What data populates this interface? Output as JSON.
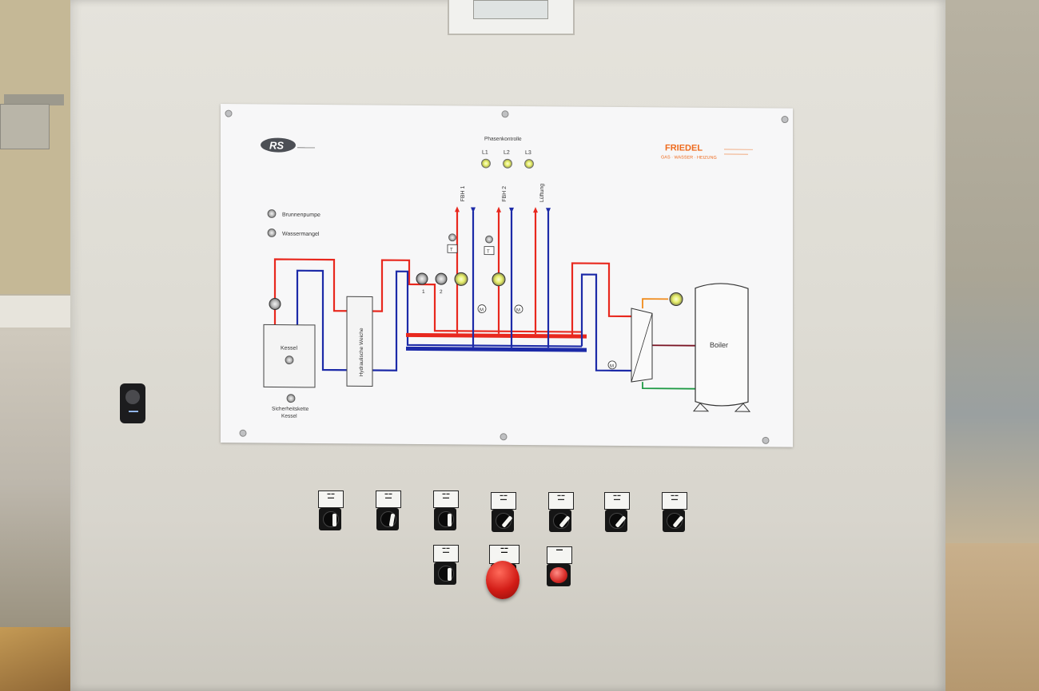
{
  "panel": {
    "logo_rs": "RS",
    "friedel_brand": "FRIEDEL",
    "friedel_tagline": "GAS · WASSER · HEIZUNG",
    "phase_title": "Phasenkontrolle",
    "phases": [
      "L1",
      "L2",
      "L3"
    ],
    "outlets": [
      "FBH 1",
      "FBH 2",
      "Lüftung"
    ],
    "indicators": [
      "Brunnenpumpe",
      "Wassermangel"
    ],
    "kessel": "Kessel",
    "hydraulic": "Hydraulische Weiche",
    "boiler": "Boiler",
    "safety_line1": "Sicherheitskette",
    "safety_line2": "Kessel",
    "pump_numbers": [
      "1",
      "2"
    ],
    "motor_symbol": "M",
    "sensor_symbol": "T"
  },
  "colors": {
    "supply_red": "#e8281e",
    "return_blue": "#1c2aa8",
    "boiler_orange": "#f08a1a",
    "boiler_green": "#1e9a44",
    "boiler_maroon": "#7a1424",
    "friedel_orange": "#ee6a1c",
    "lamp_yellow": "#e4ec66"
  },
  "controls": {
    "top_row_count": 7,
    "bottom_row": [
      "switch",
      "emergency-stop",
      "reset-lamp"
    ]
  },
  "icons": [
    "lamp-icon",
    "pump-icon",
    "motor-valve-icon",
    "temperature-sensor-icon",
    "key-switch-icon"
  ]
}
